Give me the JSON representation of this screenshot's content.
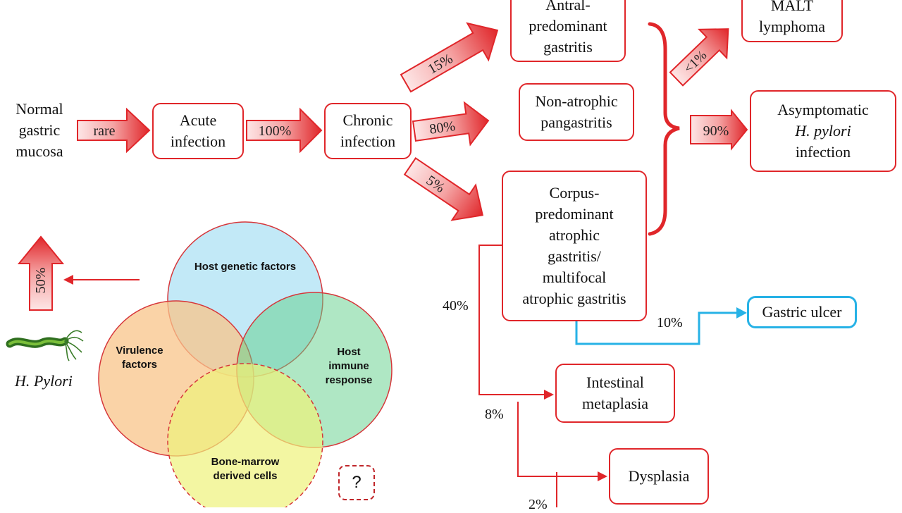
{
  "nodes": {
    "normal": "Normal\ngastric\nmucosa",
    "acute": "Acute\ninfection",
    "chronic": "Chronic\ninfection",
    "antral": "Antral-\npredominant\ngastritis",
    "nonatrophic": "Non-atrophic\npangastritis",
    "corpus": "Corpus-\npredominant\natrophic\ngastritis/\nmultifocal\natrophic gastritis",
    "malt": "MALT\nlymphoma",
    "asym_line1": "Asymptomatic",
    "asym_line2": "H. pylori",
    "asym_line3": "infection",
    "gastric_ulcer": "Gastric ulcer",
    "intestinal": "Intestinal\nmetaplasia",
    "dysplasia": "Dysplasia"
  },
  "arrow_labels": {
    "rare": "rare",
    "to_chronic": "100%",
    "to_antral": "15%",
    "to_nonatrophic": "80%",
    "to_corpus": "5%",
    "to_malt": "<1%",
    "to_asym": "90%",
    "hp_up": "50%"
  },
  "percent_labels": {
    "to_intestinal": "40%",
    "to_ulcer": "10%",
    "to_dysplasia": "8%",
    "bottom": "2%"
  },
  "venn": {
    "host_genetic": "Host genetic factors",
    "virulence": "Virulence\nfactors",
    "immune": "Host\nimmune\nresponse",
    "bone_marrow": "Bone-marrow\nderived cells",
    "question": "?"
  },
  "organism": "H. Pylori",
  "colors": {
    "red": "#e0262a",
    "blue": "#27b2e6",
    "venn_blue": "#bfe8f7",
    "venn_orange": "#f8c48a",
    "venn_green": "#a9e6b4",
    "venn_yellow": "#eef27a"
  }
}
